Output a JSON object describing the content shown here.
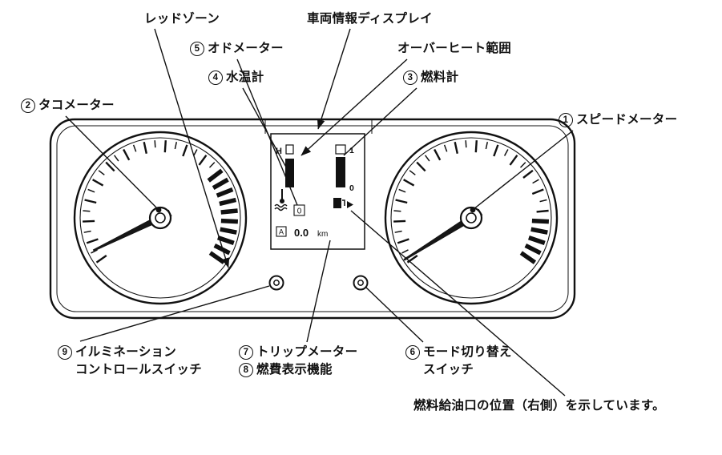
{
  "colors": {
    "ink": "#111111",
    "bg": "#ffffff"
  },
  "labels": {
    "red_zone": {
      "text": "レッドゾーン"
    },
    "vehicle_info": {
      "text": "車両情報ディスプレイ"
    },
    "odometer": {
      "num": "5",
      "text": "オドメーター"
    },
    "overheat_range": {
      "text": "オーバーヒート範囲"
    },
    "water_temp": {
      "num": "4",
      "text": "水温計"
    },
    "fuel_gauge": {
      "num": "3",
      "text": "燃料計"
    },
    "tachometer": {
      "num": "2",
      "text": "タコメーター"
    },
    "speedometer": {
      "num": "1",
      "text": "スピードメーター"
    },
    "illumination": {
      "num": "9",
      "line1": "イルミネーション",
      "line2": "コントロールスイッチ"
    },
    "trip_meter": {
      "num": "7",
      "text": "トリップメーター"
    },
    "fuel_economy": {
      "num": "8",
      "text": "燃費表示機能"
    },
    "mode_switch": {
      "num": "6",
      "line1": "モード切り替え",
      "line2": "スイッチ"
    },
    "fuel_filler_note": {
      "text": "燃料給油口の位置（右側）を示しています。"
    }
  },
  "display": {
    "temp_high": "H",
    "fuel_full": "1",
    "fuel_empty": "0",
    "odometer_value": "0",
    "trip_mode": "A",
    "trip_value": "0.0",
    "trip_unit": "km"
  },
  "icons": {
    "coolant": "coolant-temp-icon",
    "fuel_pump": "fuel-pump-icon",
    "filler_arrow": "fuel-filler-arrow-icon"
  }
}
